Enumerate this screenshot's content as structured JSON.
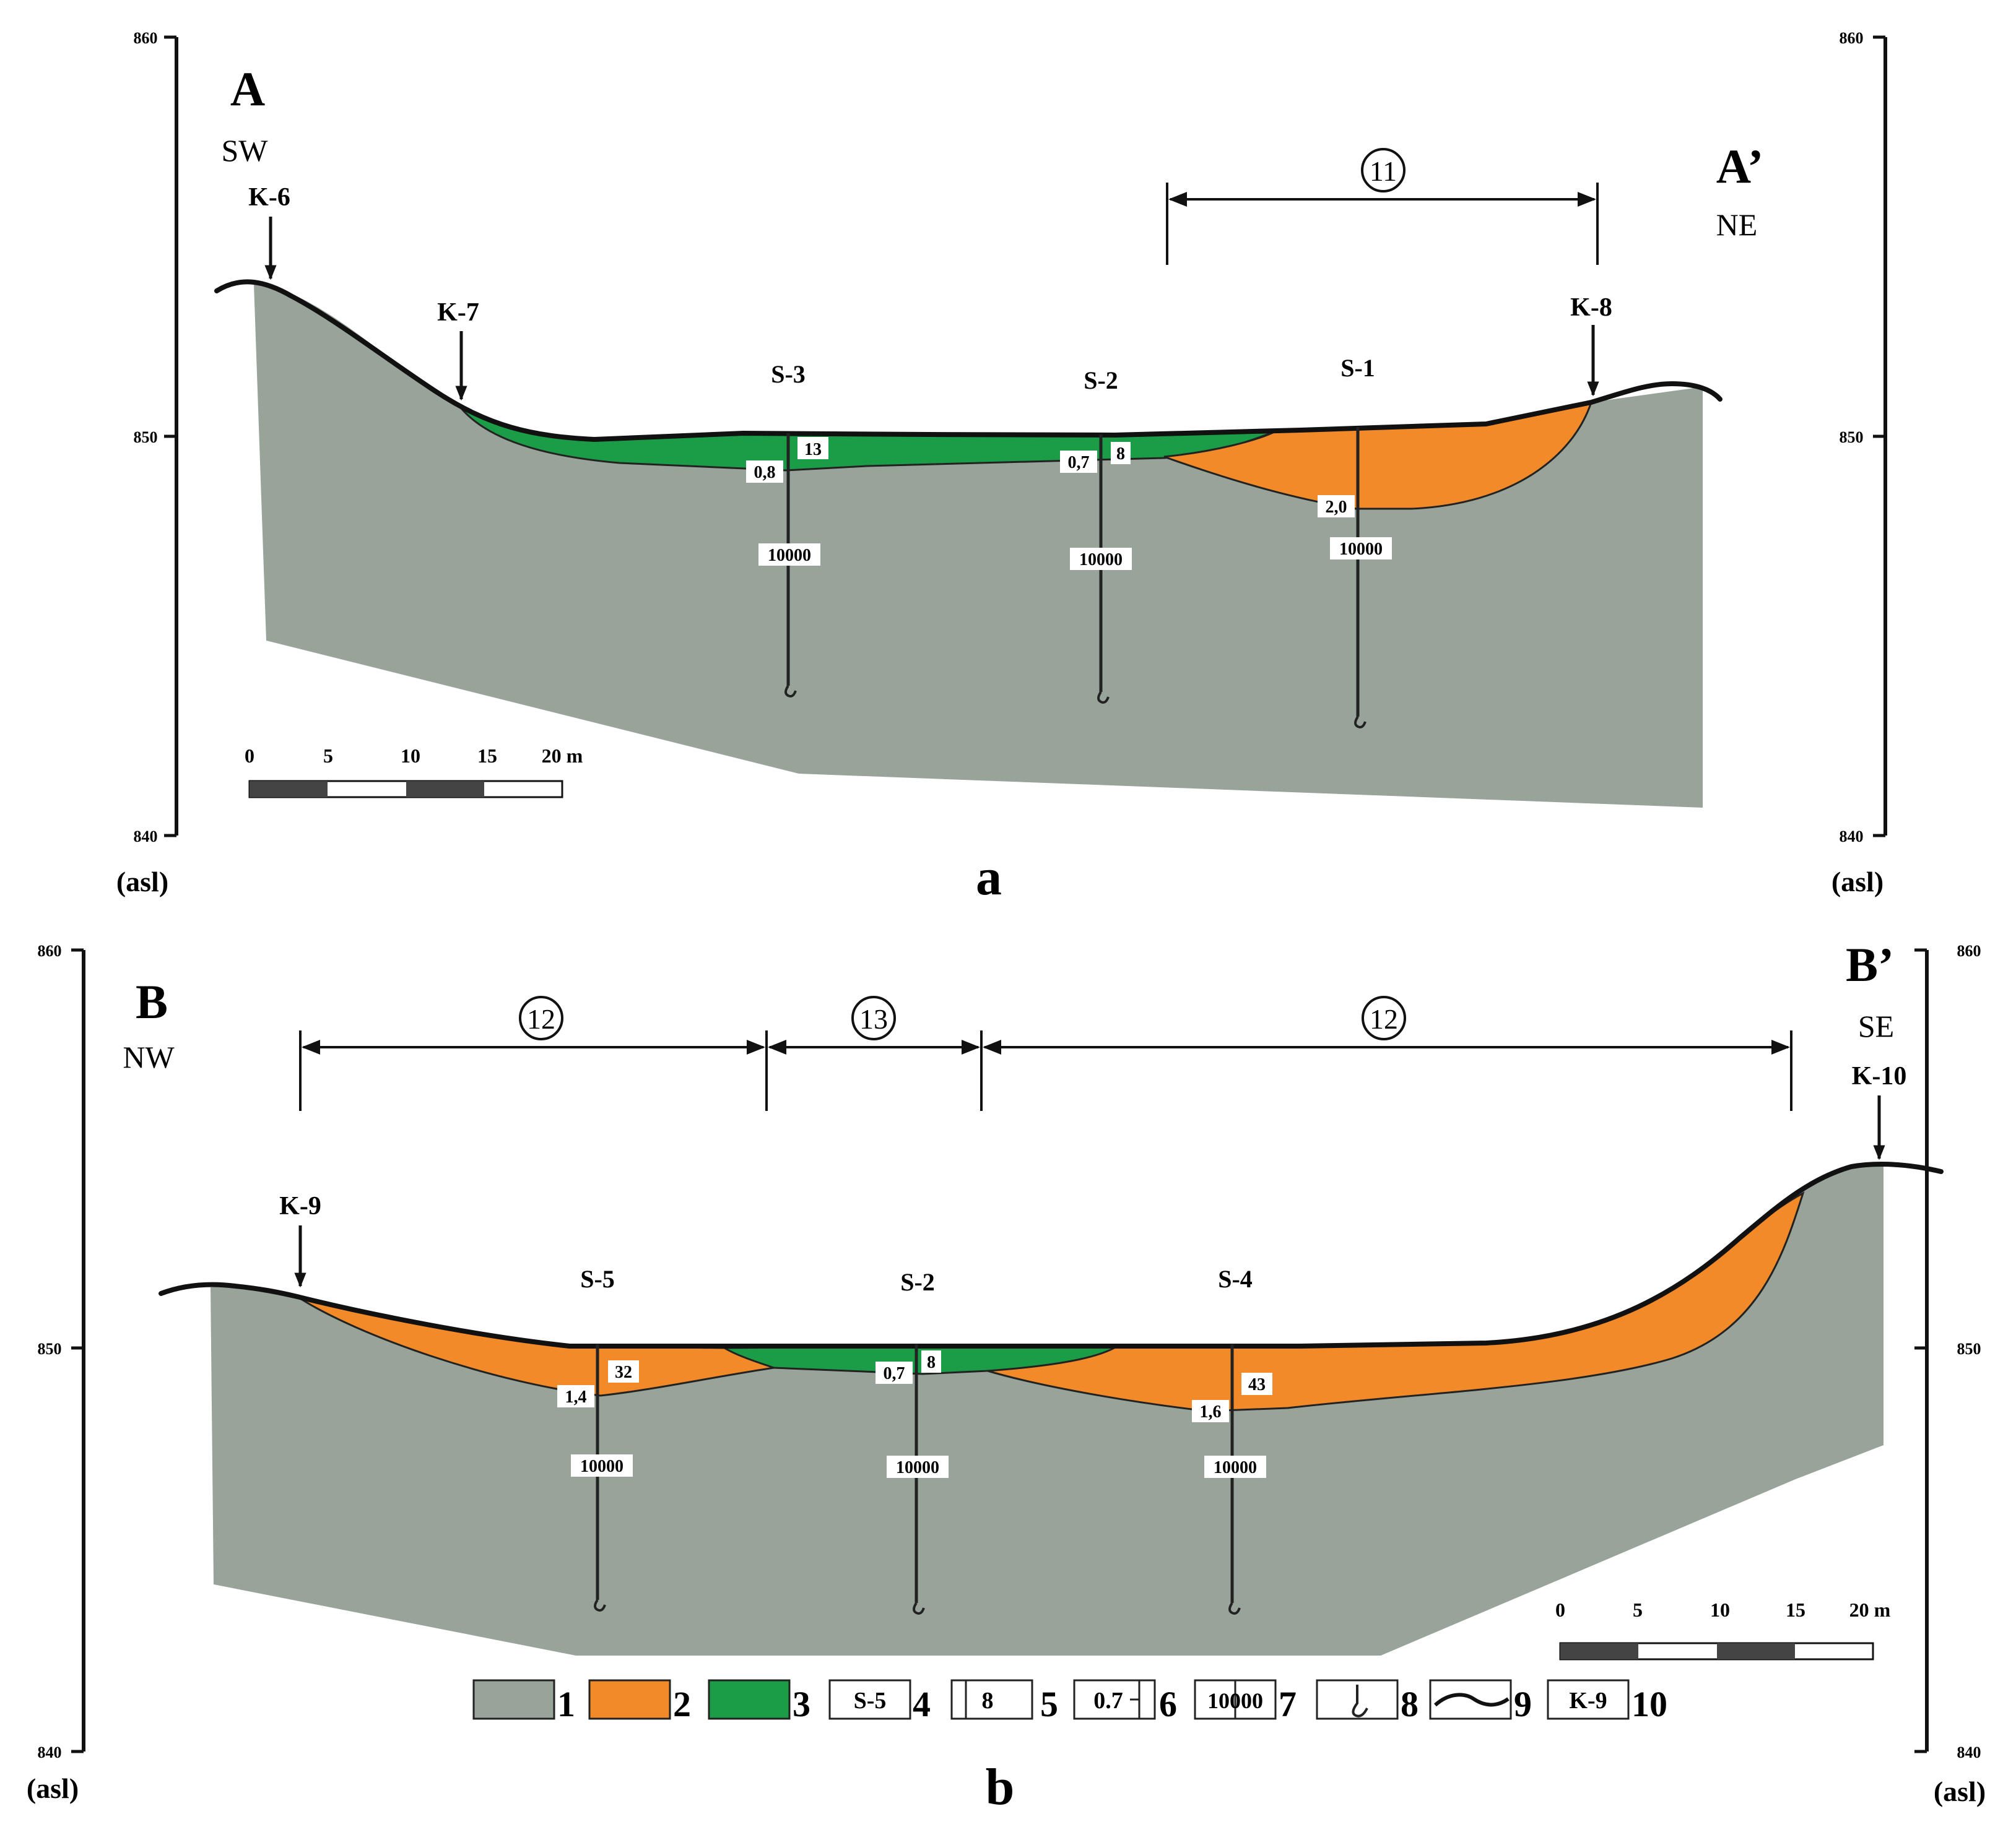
{
  "panel_a": {
    "caption": "a",
    "left_label": "A",
    "right_label": "A’",
    "left_dir": "SW",
    "right_dir": "NE",
    "axis": {
      "top": "860",
      "mid": "850",
      "bottom": "840",
      "unit": "(asl)"
    },
    "points": [
      "K-6",
      "K-7",
      "K-8"
    ],
    "zone_markers": [
      "11"
    ],
    "wells": [
      {
        "name": "S-3",
        "thickness": "0,8",
        "code": "13",
        "depth_value": "10000"
      },
      {
        "name": "S-2",
        "thickness": "0,7",
        "code": "8",
        "depth_value": "10000"
      },
      {
        "name": "S-1",
        "thickness": "2,0",
        "code": "",
        "depth_value": "10000"
      }
    ],
    "scale": {
      "ticks": [
        "0",
        "5",
        "10",
        "15",
        "20 m"
      ]
    }
  },
  "panel_b": {
    "caption": "b",
    "left_label": "B",
    "right_label": "B’",
    "left_dir": "NW",
    "right_dir": "SE",
    "axis": {
      "top": "860",
      "mid": "850",
      "bottom": "840",
      "unit": "(asl)"
    },
    "points": [
      "K-9",
      "K-10"
    ],
    "zone_markers": [
      "12",
      "13",
      "12"
    ],
    "wells": [
      {
        "name": "S-5",
        "thickness": "1,4",
        "code": "32",
        "depth_value": "10000"
      },
      {
        "name": "S-2",
        "thickness": "0,7",
        "code": "8",
        "depth_value": "10000"
      },
      {
        "name": "S-4",
        "thickness": "1,6",
        "code": "43",
        "depth_value": "10000"
      }
    ],
    "scale": {
      "ticks": [
        "0",
        "5",
        "10",
        "15",
        "20 m"
      ]
    }
  },
  "legend": {
    "items": [
      {
        "num": "1",
        "swatch": "#98a49a"
      },
      {
        "num": "2",
        "swatch": "#f28a29"
      },
      {
        "num": "3",
        "swatch": "#1b9c46"
      },
      {
        "num": "4",
        "box_text": "S-5"
      },
      {
        "num": "5",
        "box_text": "8"
      },
      {
        "num": "6",
        "box_text": "0.7"
      },
      {
        "num": "7",
        "box_text": "10000"
      },
      {
        "num": "8",
        "icon": "well-end-hook-icon"
      },
      {
        "num": "9",
        "icon": "surface-line-icon"
      },
      {
        "num": "10",
        "box_text": "K-9"
      }
    ]
  },
  "colors": {
    "bedrock": "#98a49a",
    "orange_layer": "#f28a29",
    "green_layer": "#1b9c46",
    "line": "#111111"
  }
}
